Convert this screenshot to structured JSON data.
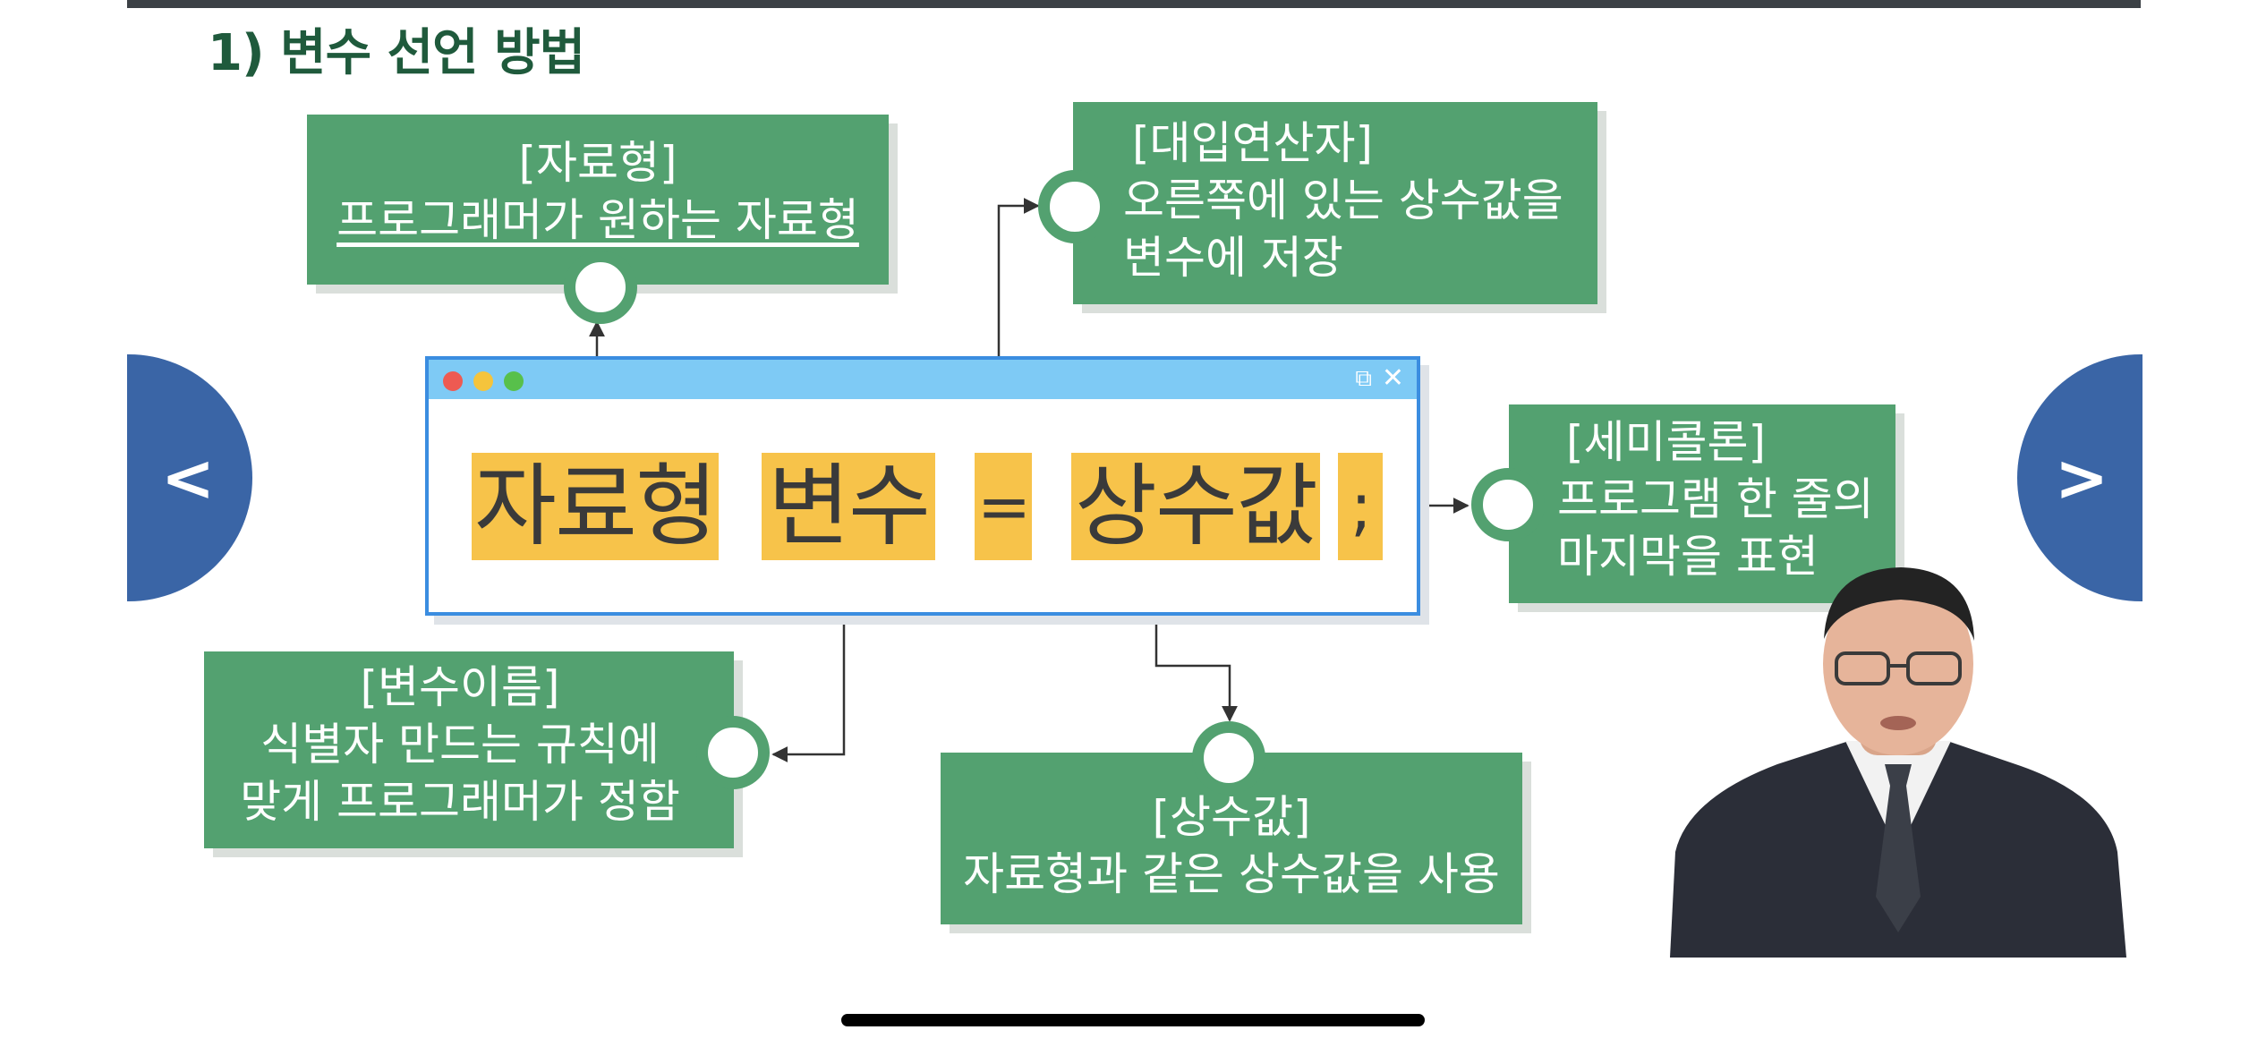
{
  "slide": {
    "title": "1) 변수 선언 방법"
  },
  "navigation": {
    "prev_label": "<",
    "next_label": ">"
  },
  "code_line": {
    "tokens": [
      "자료형",
      "변수",
      "=",
      "상수값",
      ";"
    ]
  },
  "callouts": {
    "datatype": {
      "heading": "[자료형]",
      "lines": [
        "프로그래머가 원하는 자료형"
      ]
    },
    "assignment": {
      "heading": "[대입연산자]",
      "lines": [
        "오른쪽에 있는 상수값을",
        "변수에 저장"
      ]
    },
    "semicolon": {
      "heading": "[세미콜론]",
      "lines": [
        "프로그램 한 줄의",
        "마지막을 표현"
      ]
    },
    "varname": {
      "heading": "[변수이름]",
      "lines": [
        "식별자 만드는 규칙에",
        "맞게 프로그래머가 정함"
      ]
    },
    "constant": {
      "heading": "[상수값]",
      "lines": [
        "자료형과 같은 상수값을 사용"
      ]
    }
  },
  "icons": {
    "window_restore": "restore-icon",
    "window_close": "close-icon"
  },
  "colors": {
    "callout_green": "#53a170",
    "token_yellow": "#f7c34a",
    "nav_blue": "#3a65a6",
    "window_border": "#3b8de0",
    "titlebar": "#7ecaf5"
  }
}
